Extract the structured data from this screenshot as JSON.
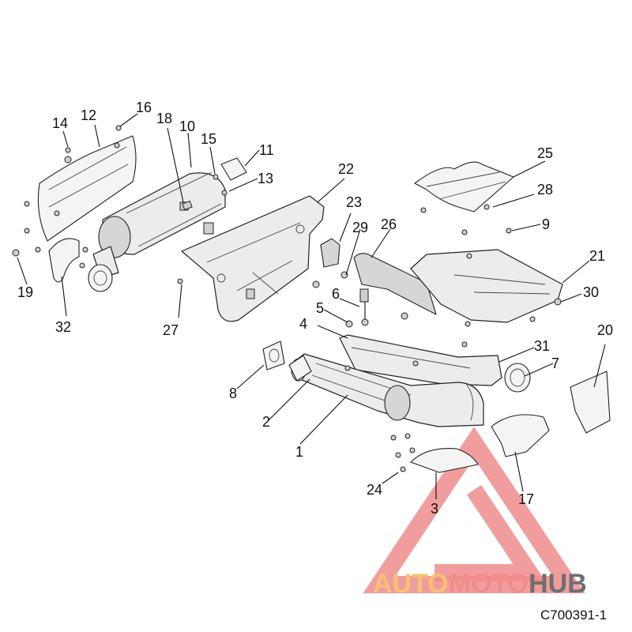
{
  "drawing_code": "C700391-1",
  "watermark": {
    "part1": "AUTO",
    "part2": "MOTO",
    "part3": "HUB",
    "color1": "#f6c173",
    "color2": "#f08c8c",
    "color3": "#6f6f6f"
  },
  "callouts": [
    {
      "id": "c1",
      "label": "1"
    },
    {
      "id": "c2",
      "label": "2"
    },
    {
      "id": "c3",
      "label": "3"
    },
    {
      "id": "c4",
      "label": "4"
    },
    {
      "id": "c5",
      "label": "5"
    },
    {
      "id": "c6",
      "label": "6"
    },
    {
      "id": "c7",
      "label": "7"
    },
    {
      "id": "c8",
      "label": "8"
    },
    {
      "id": "c9",
      "label": "9"
    },
    {
      "id": "c10",
      "label": "10"
    },
    {
      "id": "c11",
      "label": "11"
    },
    {
      "id": "c12",
      "label": "12"
    },
    {
      "id": "c13",
      "label": "13"
    },
    {
      "id": "c14",
      "label": "14"
    },
    {
      "id": "c15",
      "label": "15"
    },
    {
      "id": "c16",
      "label": "16"
    },
    {
      "id": "c17",
      "label": "17"
    },
    {
      "id": "c18",
      "label": "18"
    },
    {
      "id": "c19",
      "label": "19"
    },
    {
      "id": "c20",
      "label": "20"
    },
    {
      "id": "c21",
      "label": "21"
    },
    {
      "id": "c22",
      "label": "22"
    },
    {
      "id": "c23",
      "label": "23"
    },
    {
      "id": "c24",
      "label": "24"
    },
    {
      "id": "c25",
      "label": "25"
    },
    {
      "id": "c26",
      "label": "26"
    },
    {
      "id": "c27",
      "label": "27"
    },
    {
      "id": "c28",
      "label": "28"
    },
    {
      "id": "c29",
      "label": "29"
    },
    {
      "id": "c30",
      "label": "30"
    },
    {
      "id": "c31",
      "label": "31"
    },
    {
      "id": "c32",
      "label": "32"
    }
  ]
}
